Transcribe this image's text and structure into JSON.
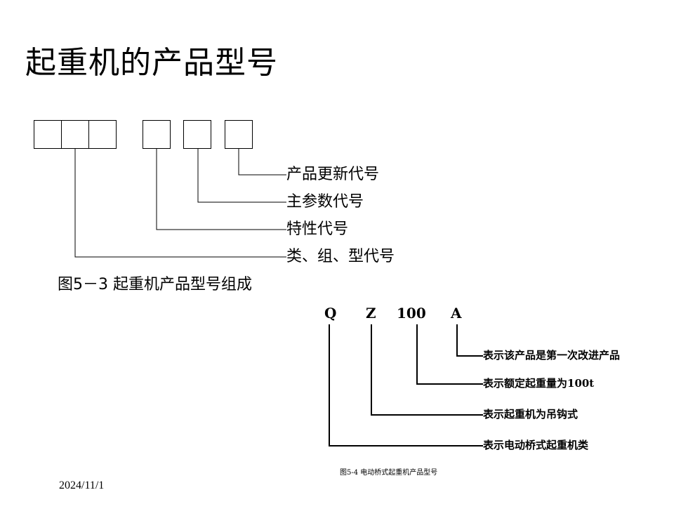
{
  "slide": {
    "title": "起重机的产品型号",
    "date": "2024/11/1"
  },
  "figure1": {
    "labels": [
      "产品更新代号",
      "主参数代号",
      "特性代号",
      "类、组、型代号"
    ],
    "caption": "图5－3 起重机产品型号组成"
  },
  "figure2": {
    "codes": [
      "Q",
      "Z",
      "100",
      "A"
    ],
    "labels": [
      "表示该产品是第一次改进产品",
      "表示额定起重量为100t",
      "表示起重机为吊钩式",
      "表示电动桥式起重机类"
    ],
    "caption": "图5-4 电动桥式起重机产品型号"
  }
}
